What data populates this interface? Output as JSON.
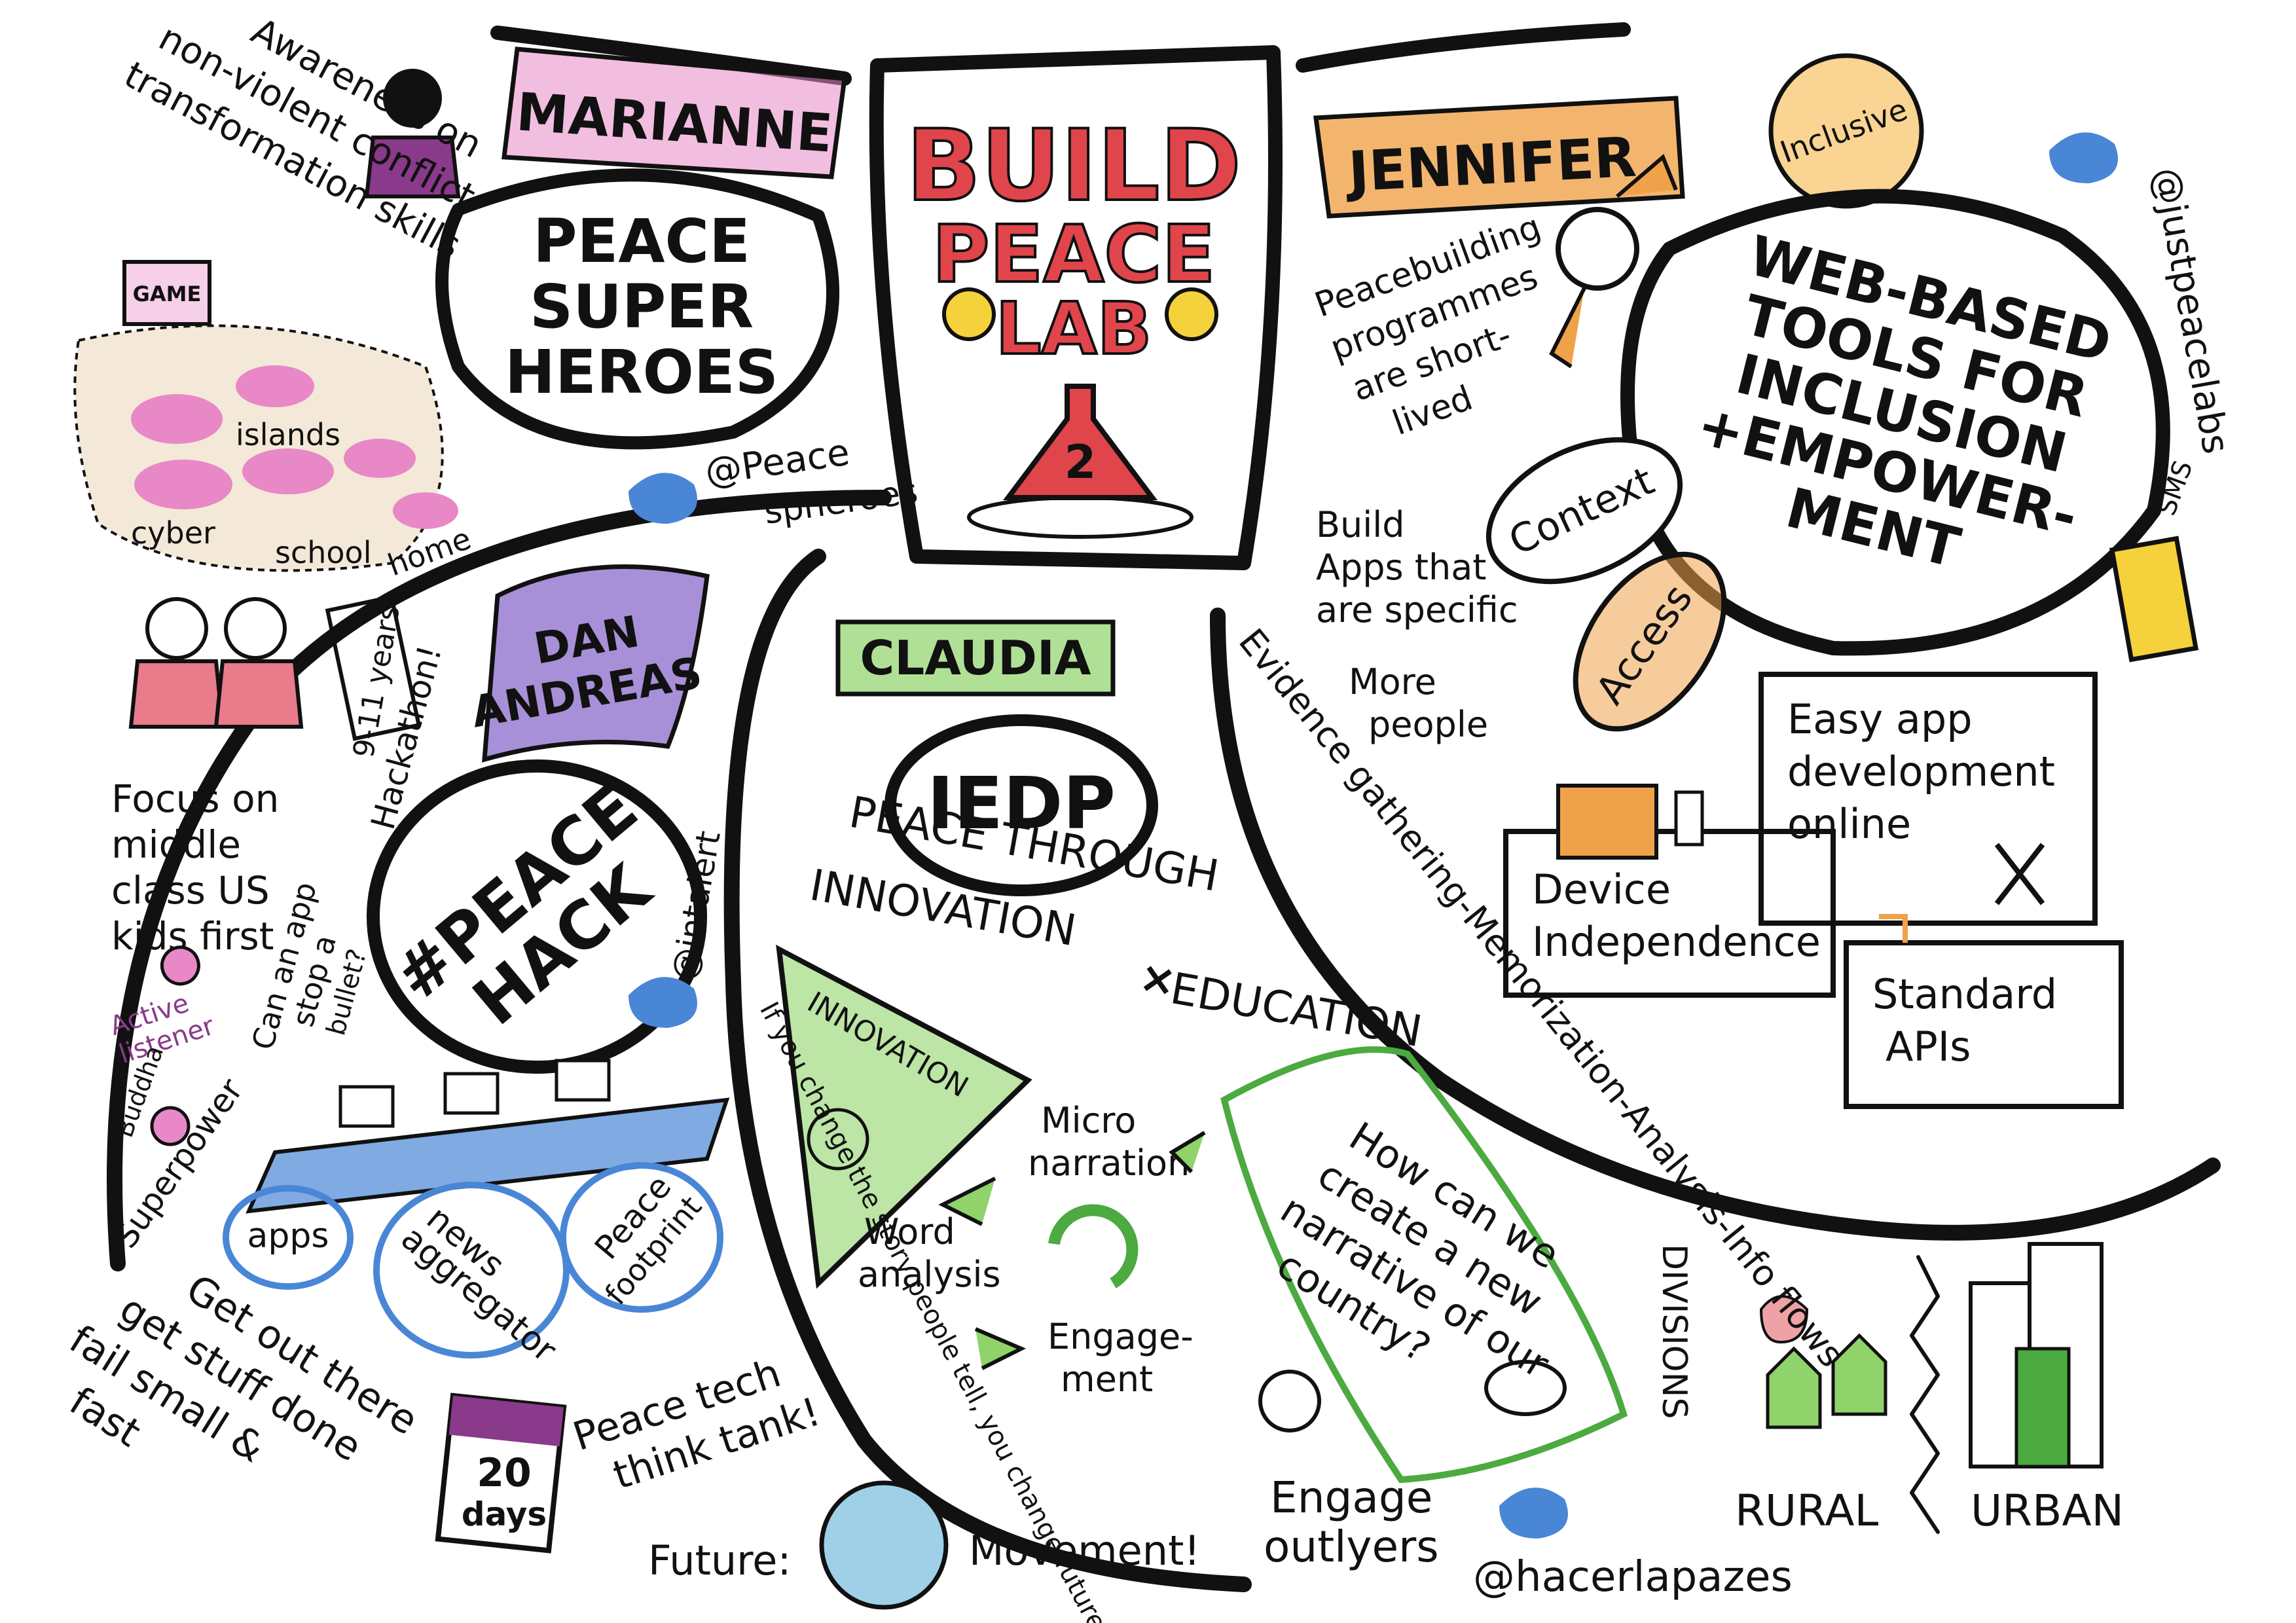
{
  "title": {
    "line1": "BUILD",
    "line2": "PEACE",
    "line3": "LAB",
    "flask_number": "2"
  },
  "marianne": {
    "name": "MARIANNE",
    "bubble": [
      "PEACE",
      "SUPER",
      "HEROES"
    ],
    "twitter": [
      "@Peace",
      "spheroes"
    ],
    "awareness": [
      "Awareness on",
      "non-violent conflict",
      "transformation skills"
    ],
    "game_label": "GAME",
    "islands_label": "islands",
    "islands": [
      "cyber",
      "school",
      "home"
    ]
  },
  "left_notes": {
    "ages": "9-11 years",
    "focus": [
      "Focus on",
      "middle",
      "class US",
      "kids first"
    ],
    "active_listener": [
      "Active",
      "listener"
    ],
    "buddha": "Buddha",
    "superpower": "Superpower",
    "get_out": [
      "Get out there",
      "get stuff done",
      "fail small &",
      "fast"
    ]
  },
  "dan": {
    "name": [
      "DAN",
      "ANDREAS"
    ],
    "hackathon": "Hackathon!",
    "bubble": [
      "#PEACE",
      "HACK"
    ],
    "twitter": "@intalert",
    "app_stop": [
      "Can an app",
      "stop a",
      "bullet?"
    ],
    "outputs": [
      [
        "apps"
      ],
      [
        "news",
        "aggregator"
      ],
      [
        "Peace",
        "footprint"
      ]
    ],
    "think_tank": [
      "Peace tech",
      "think tank!"
    ],
    "calendar": [
      "20",
      "days"
    ]
  },
  "claudia": {
    "name": "CLAUDIA",
    "bubble": "IEDP",
    "peace_through": [
      "PEACE THROUGH",
      "INNOVATION",
      "EDUCATION"
    ],
    "innovation": "INNOVATION",
    "quote": "If you change the story people tell, you change future",
    "cycle": {
      "micro": [
        "Micro",
        "narration"
      ],
      "word": [
        "Word",
        "analysis"
      ],
      "engage": [
        "Engage-",
        "ment"
      ]
    },
    "question": [
      "How can we",
      "create a new",
      "narrative of our",
      "country?"
    ],
    "outlyers": [
      "Engage",
      "outlyers"
    ],
    "future": "Future:",
    "movement": "Movement!",
    "twitter": "@hacerlapazes",
    "divisions": "DIVISIONS",
    "rural": "RURAL",
    "urban": "URBAN"
  },
  "jennifer": {
    "name": "JENNIFER",
    "inclusive": "Inclusive",
    "twitter": "@justpeacelabs",
    "short_lived": [
      "Peacebuilding",
      "programmes",
      "are short-",
      "lived"
    ],
    "bubble": [
      "WEB-BASED",
      "TOOLS FOR",
      "INCLUSION",
      "+EMPOWER-",
      "MENT"
    ],
    "build_apps": [
      "Build",
      "Apps that",
      "are specific"
    ],
    "context": "Context",
    "access": "Access",
    "more_people": [
      "More",
      "people"
    ],
    "sms": "SMS",
    "easy_app": [
      "Easy app",
      "development",
      "online"
    ],
    "device": [
      "Device",
      "Independence"
    ],
    "standard": [
      "Standard",
      "APIs"
    ],
    "evidence": "Evidence gathering-Memorization-Analysis-Info flows"
  },
  "colors": {
    "pink": "#e888c6",
    "purple": "#8a6bc9",
    "green": "#8fd36a",
    "orange": "#f0a24a",
    "blue": "#4a86d6",
    "yellow": "#f5d23c",
    "red": "#e0454b",
    "ink": "#111111"
  }
}
